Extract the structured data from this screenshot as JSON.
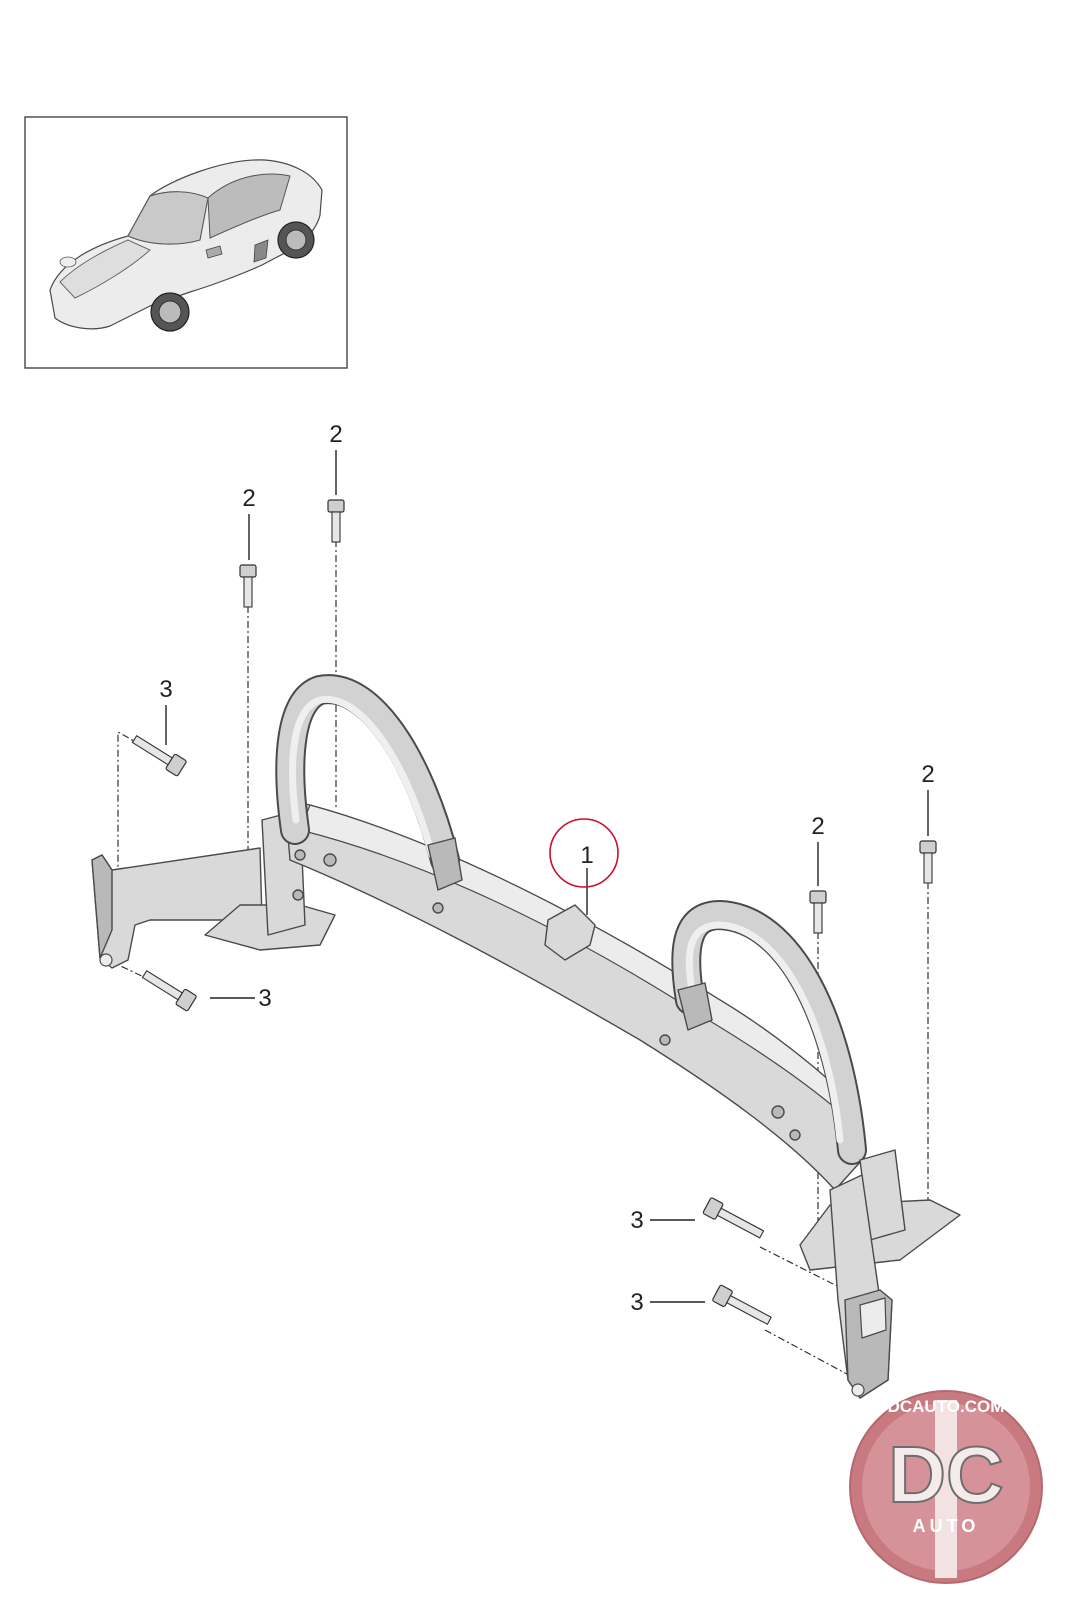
{
  "diagram": {
    "callouts": [
      {
        "id": "c1",
        "label": "1",
        "highlighted": true
      },
      {
        "id": "c2a",
        "label": "2"
      },
      {
        "id": "c2b",
        "label": "2"
      },
      {
        "id": "c2c",
        "label": "2"
      },
      {
        "id": "c2d",
        "label": "2"
      },
      {
        "id": "c3a",
        "label": "3"
      },
      {
        "id": "c3b",
        "label": "3"
      },
      {
        "id": "c3c",
        "label": "3"
      },
      {
        "id": "c3d",
        "label": "3"
      }
    ],
    "highlight_color": "#c8102e"
  },
  "watermark": {
    "site": "DCAUTO.COM",
    "letters": "DC",
    "sub": "AUTO"
  }
}
